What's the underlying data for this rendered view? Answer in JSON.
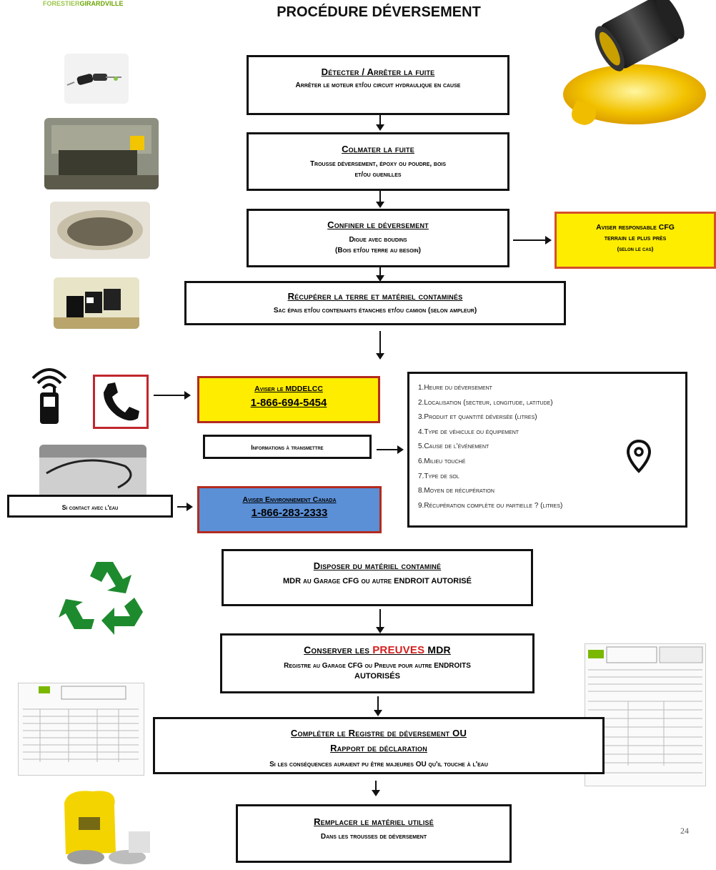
{
  "logo": {
    "line1": "FORESTIER",
    "line2": "GIRARDVILLE"
  },
  "title": "PROCÉDURE DÉVERSEMENT",
  "steps": {
    "detect": {
      "title": "Détecter / Arrêter la fuite",
      "desc": "Arrêter le moteur et/ou circuit hydraulique en cause"
    },
    "seal": {
      "title": "Colmater la fuite",
      "desc_line1": "Trousse déversement, époxy ou poudre, bois",
      "desc_line2": "et/ou guenilles"
    },
    "confine": {
      "title": "Confiner le déversement",
      "desc_line1": "Digue avec boudins",
      "desc_line2": "(Bois et/ou terre au besoin)"
    },
    "recover": {
      "title": "Récupérer la terre et matériel contaminés",
      "desc": "Sac épais et/ou contenants étanches et/ou camion (selon ampleur)"
    },
    "dispose": {
      "title": "Disposer du matériel contaminé",
      "desc": "MDR au Garage CFG ou autre ENDROIT AUTORISÉ"
    },
    "keep": {
      "title_pre": "Conserver les ",
      "title_red": "PREUVES",
      "title_post": " MDR",
      "desc_line1": "Registre au Garage CFG ou Preuve pour autre ENDROITS",
      "desc_line2": "AUTORISÉS"
    },
    "complete": {
      "title_line1": "Compléter le Registre de déversement OU",
      "title_line2": "Rapport de déclaration",
      "desc": "Si les conséquences auraient pu être majeures OU qu'il touche à l'eau"
    },
    "replace": {
      "title": "Remplacer le matériel utilisé",
      "desc": "Dans les trousses de déversement"
    }
  },
  "notify_cfg": {
    "line1": "Aviser responsable CFG",
    "line2": "terrain le plus près",
    "line3": "(selon le cas)"
  },
  "notify_mddelcc": {
    "title": "Aviser le MDDELCC",
    "phone": "1-866-694-5454"
  },
  "notify_env_canada": {
    "title": "Aviser Environnement Canada",
    "phone": "1-866-283-2333"
  },
  "info_label": "Informations à transmettre",
  "water_label": "Si contact avec l'eau",
  "info_items": [
    "1.Heure du déversement",
    "2.Localisation (secteur, longitude, latitude)",
    "3.Produit et quantité déversée (litres)",
    "4.Type de véhicule ou équipement",
    "5.Cause de l'événement",
    "6.Milieu touché",
    "7.Type de sol",
    "8.Moyen de récupération",
    "9.Récupération complète ou partielle ? (litres)"
  ],
  "page_number": "24",
  "colors": {
    "yellow": "#ffed00",
    "blue": "#5b8fd6",
    "red_text": "#d42020",
    "logo_green": "#7ab800",
    "recycle_green": "#1e8a2e"
  }
}
